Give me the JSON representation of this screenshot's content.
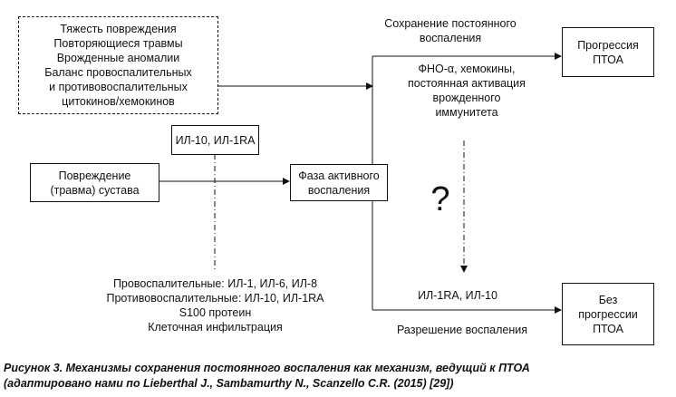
{
  "risk_factors_box": {
    "lines": [
      "Тяжесть повреждения",
      "Повторяющиеся травмы",
      "Врожденные аномалии",
      "Баланс провоспалительных",
      "и противовоспалительных",
      "цитокинов/хемокинов"
    ]
  },
  "joint_injury_box": {
    "lines": [
      "Повреждение",
      "(травма) сустава"
    ]
  },
  "active_inflammation_box": {
    "lines": [
      "Фаза активного",
      "воспаления"
    ]
  },
  "ptoa_progression_box": {
    "lines": [
      "Прогрессия",
      "ПТОА"
    ]
  },
  "no_progression_box": {
    "lines": [
      "Без",
      "прогрессии",
      "ПТОА"
    ]
  },
  "labels": {
    "il_box": "ИЛ-10, ИЛ-1RA",
    "persistent_title": [
      "Сохранение постоянного",
      "воспаления"
    ],
    "persistent_mediators": [
      "ФНО-α, хемокины,",
      "постоянная активация",
      "врожденного",
      "иммунитета"
    ],
    "question_mark": "?",
    "resolution_mediators": "ИЛ-1RA, ИЛ-10",
    "resolution_title": "Разрешение воспаления",
    "early_mediators": [
      "Провоспалительные: ИЛ-1, ИЛ-6, ИЛ-8",
      "Противовоспалительные: ИЛ-10, ИЛ-1RA",
      "S100 протеин",
      "Клеточная инфильтрация"
    ]
  },
  "caption": {
    "line1": "Рисунок 3.  Механизмы сохранения постоянного воспаления как механизм, ведущий к ПТОА",
    "line2": "(адаптировано нами по Lieberthal J., Sambamurthy N., Scanzello C.R. (2015) [29])"
  }
}
